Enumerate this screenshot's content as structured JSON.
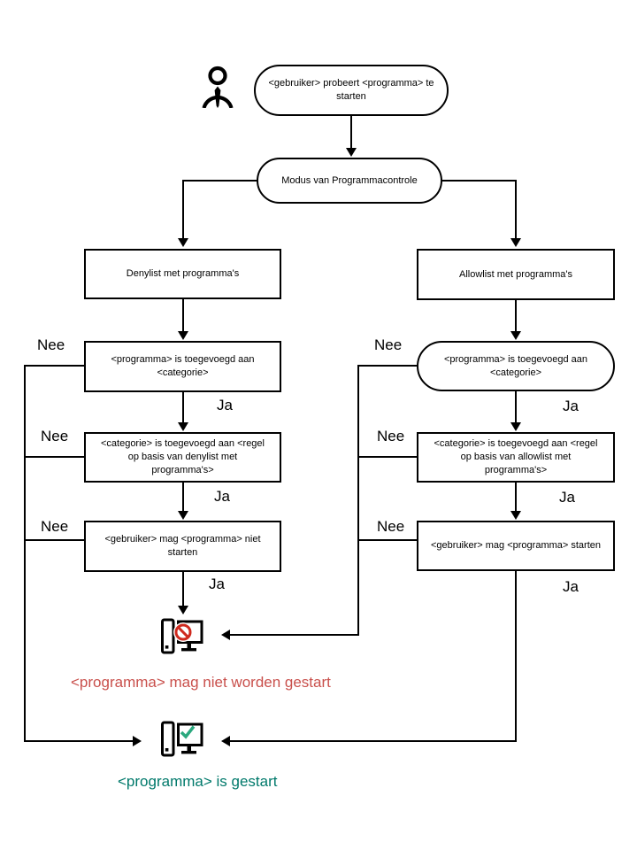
{
  "flowchart": {
    "start_node": "<gebruiker> probeert <programma> te starten",
    "mode_node": "Modus van Programmacontrole",
    "yes_label": "Ja",
    "no_label": "Nee",
    "denylist": {
      "title": "Denylist met programma's",
      "step1": "<programma> is toegevoegd aan <categorie>",
      "step2": "<categorie> is toegevoegd aan <regel op basis van denylist met programma's>",
      "step3": "<gebruiker> mag <programma> niet starten",
      "outcome": "<programma> mag niet worden gestart"
    },
    "allowlist": {
      "title": "Allowlist met programma's",
      "step1": "<programma> is toegevoegd aan <categorie>",
      "step2": "<categorie> is toegevoegd aan <regel op basis van allowlist met programma's>",
      "step3": "<gebruiker> mag <programma> starten",
      "outcome": "<programma> is gestart"
    },
    "colors": {
      "line": "#000000",
      "blocked_text": "#c9504c",
      "started_text": "#00796b",
      "blocked_icon": "#cf2a1f",
      "started_icon": "#2aa87e"
    },
    "icons": {
      "user": "user-icon",
      "blocked": "computer-blocked-icon",
      "started": "computer-started-icon"
    }
  }
}
